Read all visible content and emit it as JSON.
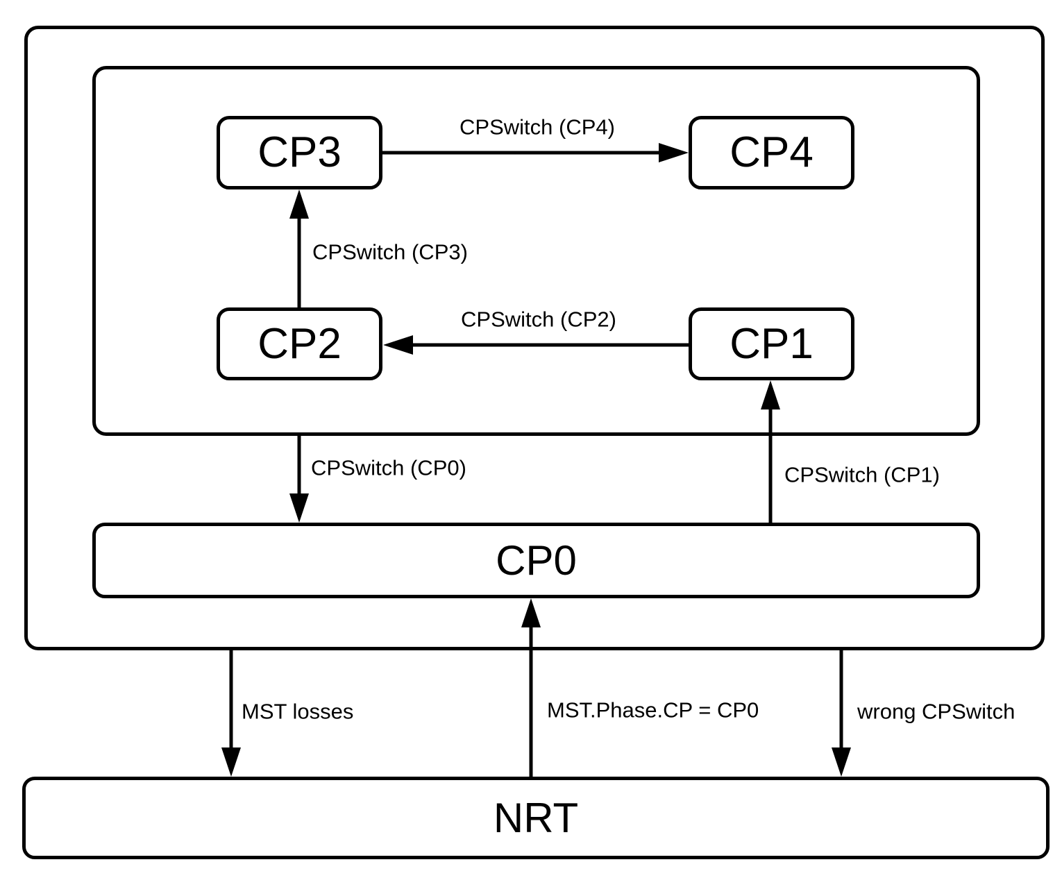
{
  "diagram": {
    "type": "state-flow-diagram",
    "colors": {
      "line": "#000000",
      "background": "#ffffff",
      "text": "#000000"
    },
    "nodes": {
      "cp3": {
        "label": "CP3"
      },
      "cp4": {
        "label": "CP4"
      },
      "cp2": {
        "label": "CP2"
      },
      "cp1": {
        "label": "CP1"
      },
      "cp0": {
        "label": "CP0"
      },
      "nrt": {
        "label": "NRT"
      }
    },
    "groups": {
      "outer": {
        "contains": [
          "inner-group",
          "cp0"
        ]
      },
      "inner": {
        "contains": [
          "cp1",
          "cp2",
          "cp3",
          "cp4"
        ]
      }
    },
    "edges": [
      {
        "from": "cp3",
        "to": "cp4",
        "label": "CPSwitch (CP4)",
        "direction": "right"
      },
      {
        "from": "cp2",
        "to": "cp3",
        "label": "CPSwitch (CP3)",
        "direction": "up"
      },
      {
        "from": "cp1",
        "to": "cp2",
        "label": "CPSwitch (CP2)",
        "direction": "left"
      },
      {
        "from": "inner-group",
        "to": "cp0",
        "label": "CPSwitch (CP0)",
        "direction": "down"
      },
      {
        "from": "cp0",
        "to": "cp1",
        "label": "CPSwitch (CP1)",
        "direction": "up"
      },
      {
        "from": "outer-group",
        "to": "nrt",
        "label": "MST losses",
        "direction": "down"
      },
      {
        "from": "nrt",
        "to": "cp0",
        "label": "MST.Phase.CP = CP0",
        "direction": "up"
      },
      {
        "from": "outer-group",
        "to": "nrt",
        "label": "wrong CPSwitch",
        "direction": "down"
      }
    ]
  }
}
